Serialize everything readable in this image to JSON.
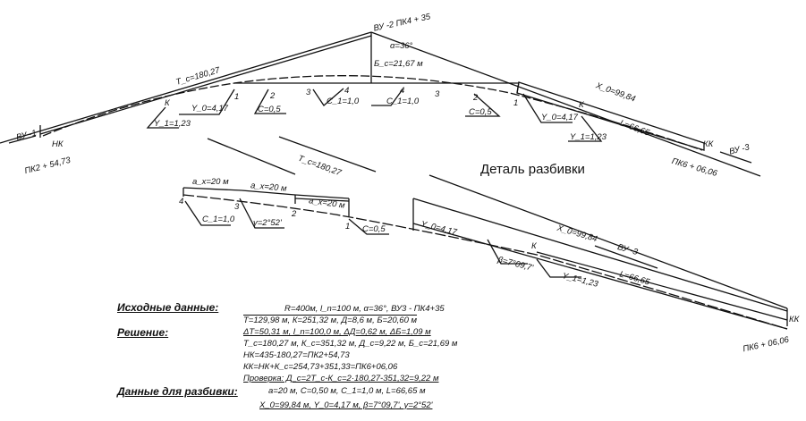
{
  "main_plan": {
    "vu1": "ВУ -1",
    "nk": "НК",
    "nk_pk": "ПК2 + 54,73",
    "vu2": "ВУ -2  ПК4 + 35",
    "alpha": "α=36°",
    "tc": "Т_c=180,27",
    "bc": "Б_c=21,67 м",
    "k_left": "К",
    "k_right": "К",
    "y0_left": "Y_0=4,17",
    "y1_left": "Y_1=1,23",
    "c_left": "C=0,5",
    "c1_left": "C_1=1,0",
    "c1_right": "C_1=1,0",
    "c_right": "C=0,5",
    "y0_right": "Y_0=4,17",
    "y1_right": "Y_1=1,23",
    "x0": "X_0=99,84",
    "l": "L=66,65",
    "kk": "КК",
    "kk_pk": "ПК6 + 06,06",
    "vu3": "ВУ -3",
    "points": [
      "1",
      "2",
      "3",
      "4",
      "4",
      "3",
      "2",
      "1"
    ]
  },
  "detail": {
    "title": "Деталь разбивки",
    "tc": "Т_c=180,27",
    "ax1": "a_x=20 м",
    "ax2": "a_x=20 м",
    "ax3": "a_x=20 м",
    "c1": "C_1=1,0",
    "gamma": "γ=2°52'",
    "c": "C=0,5",
    "y0": "Y_0=4,17",
    "beta": "β=7°09,7'",
    "y1": "Y_1=1,23",
    "x0": "X_0=99,84",
    "vu3": "ВУ -3",
    "l": "L=66,65",
    "k": "К",
    "kk": "КК",
    "kk_pk": "ПК6 + 06,06",
    "points": [
      "4",
      "3",
      "2",
      "1"
    ]
  },
  "notes": {
    "source_heading": "Исходные данные:",
    "source_line": "R=400м, l_n=100 м, α=36°, ВУ3 - ПК4+35",
    "line1": "Т=129,98 м,   К=251,32 м,   Д=8,6 м,   Б=20,60 м",
    "solution_heading": "Решение:",
    "line2": "ΔТ=50,31 м,  l_n=100,0 м,  ΔД=0,62 м,  ΔБ=1,09 м",
    "line3": "Т_c=180,27 м, К_c=351,32 м, Д_c=9,22 м, Б_c=21,69 м",
    "line4": "НК=435-180,27=ПК2+54,73",
    "line5": "КК=НК+К_c=254,73+351,33=ПК6+06,06",
    "line6": "Проверка: Д_c=2Т_c-К_c=2·180,27-351,32=9,22 м",
    "layout_heading": "Данные для разбивки:",
    "line7": "a=20 м, C=0,50 м, C_1=1,0 м, L=66,65 м",
    "line8": "X_0=99,84 м, Y_0=4,17 м, β=7°09,7', γ=2°52'"
  }
}
